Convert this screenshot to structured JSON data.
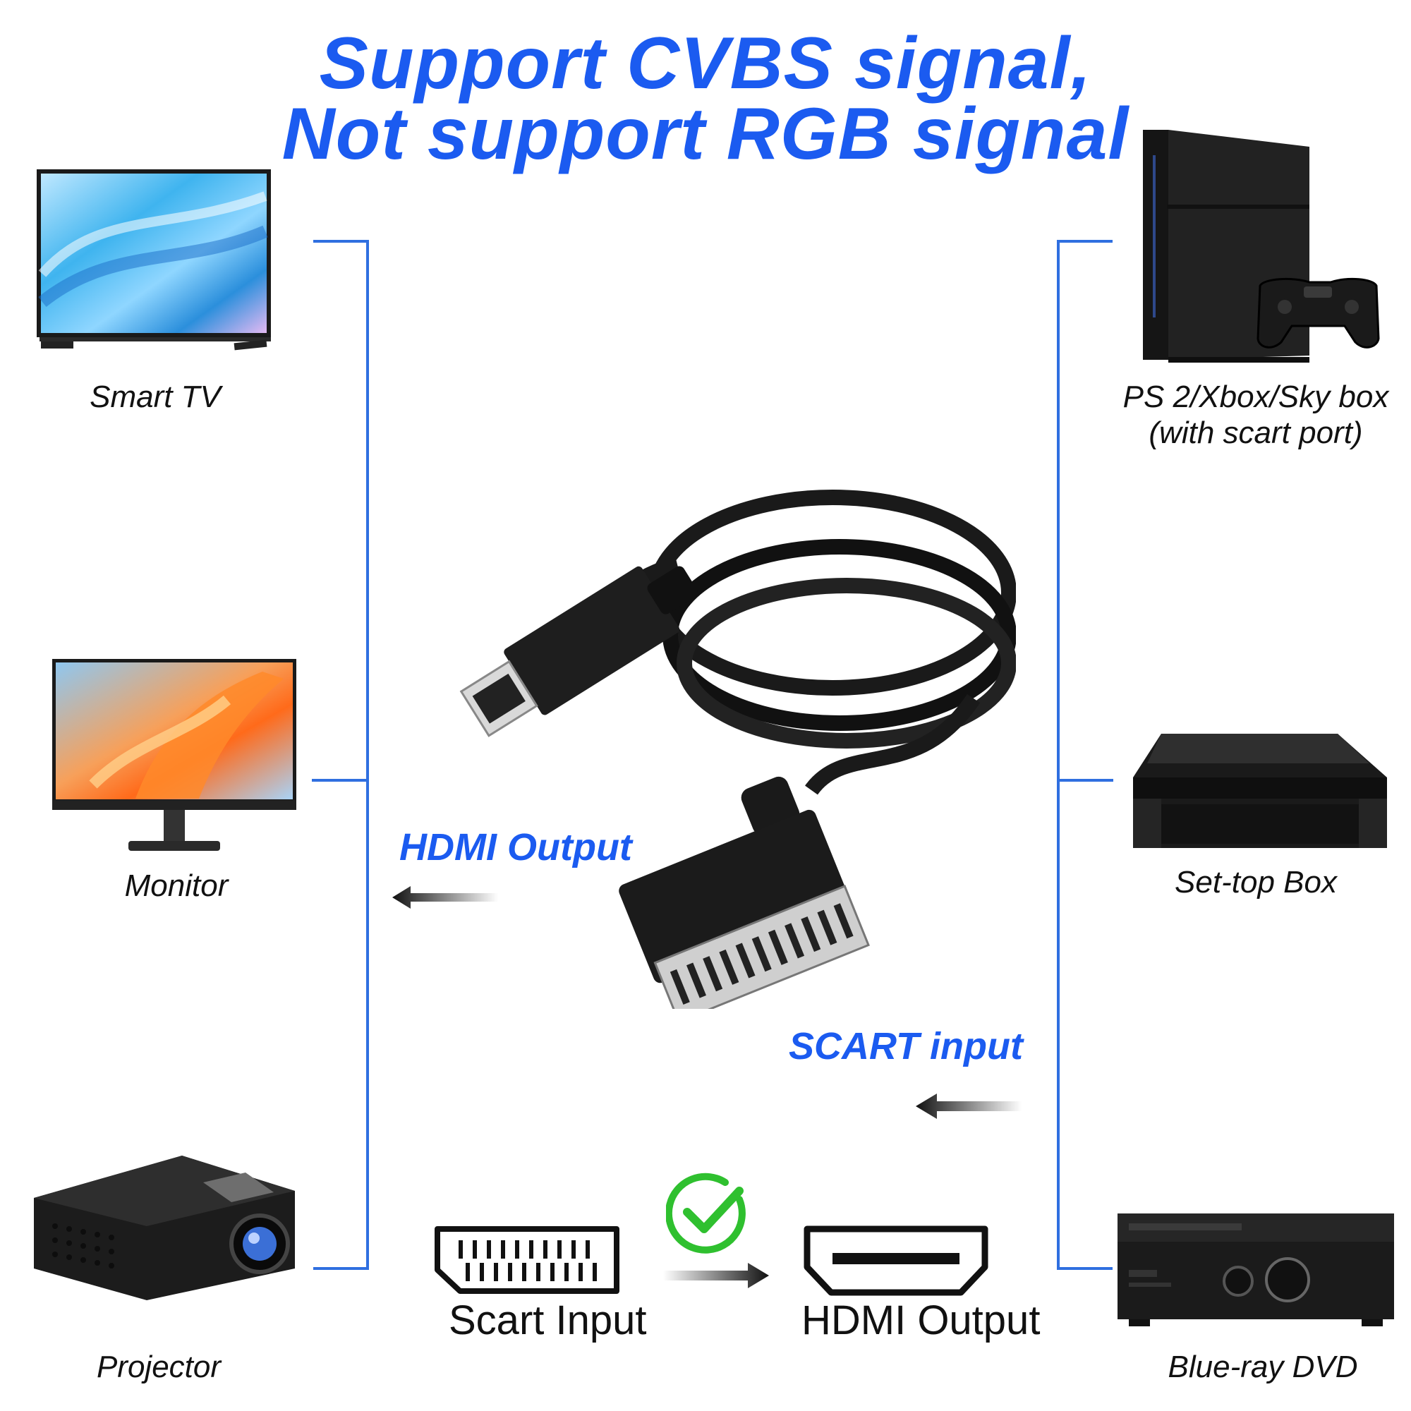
{
  "headline": {
    "line1": "Support CVBS signal,",
    "line2": "Not support RGB signal"
  },
  "accent_color": "#1b5bf0",
  "left_devices": [
    {
      "label": "Smart TV",
      "icon": "smart-tv-icon"
    },
    {
      "label": "Monitor",
      "icon": "monitor-icon"
    },
    {
      "label": "Projector",
      "icon": "projector-icon"
    }
  ],
  "right_devices": [
    {
      "label_line1": "PS 2/Xbox/Sky box",
      "label_line2": "(with scart port)",
      "icon": "game-console-icon"
    },
    {
      "label_line1": "Set-top Box",
      "icon": "set-top-box-icon"
    },
    {
      "label_line1": "Blue-ray DVD",
      "icon": "av-receiver-icon"
    }
  ],
  "cable": {
    "hdmi_label": "HDMI Output",
    "scart_label": "SCART input"
  },
  "conversion": {
    "scart_label": "Scart Input",
    "hdmi_label": "HDMI Output",
    "check_color": "#2fc02f"
  }
}
